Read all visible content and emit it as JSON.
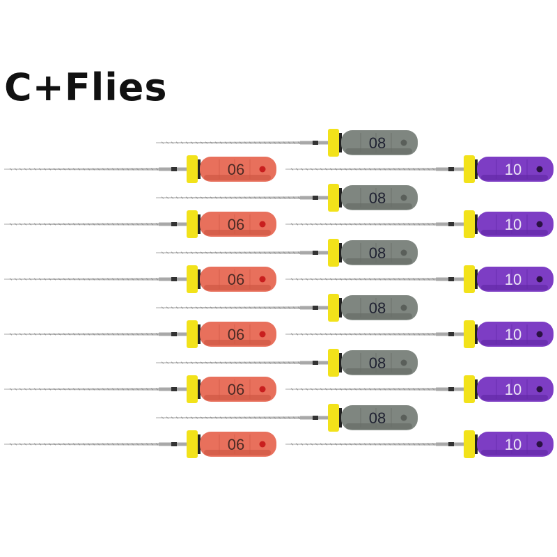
{
  "title": "C+Flies",
  "colors": {
    "yellow_stop": "#f2e21a",
    "needle": "#b9b9b9",
    "needle_dark": "#7a7a7a"
  },
  "columns": [
    {
      "name": "size-06",
      "label": "06",
      "count": 6,
      "handle_color": "#e8705c",
      "handle_shade": "#cf5845",
      "label_color": "#4a2a24",
      "hole_color": "#c81e1e"
    },
    {
      "name": "size-08",
      "label": "08",
      "count": 6,
      "handle_color": "#7f8680",
      "handle_shade": "#666c66",
      "label_color": "#1e2030",
      "hole_color": "#5a5f5a"
    },
    {
      "name": "size-10",
      "label": "10",
      "count": 6,
      "handle_color": "#7d3dc4",
      "handle_shade": "#6429a8",
      "label_color": "#ece6f5",
      "hole_color": "#2a1242"
    }
  ]
}
